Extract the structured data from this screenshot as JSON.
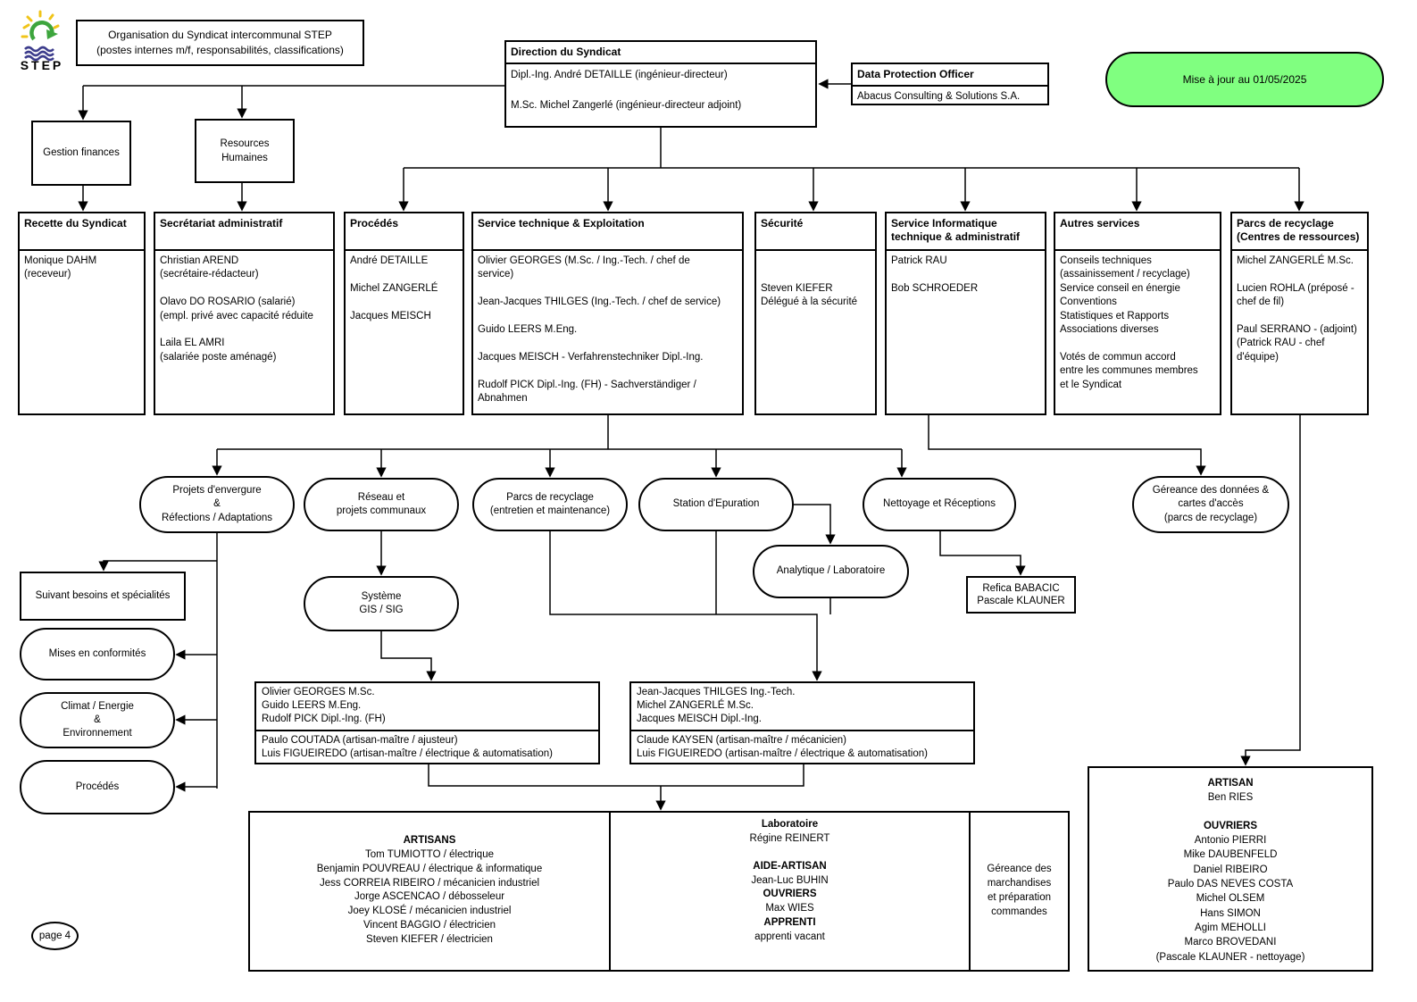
{
  "page": {
    "title_line1": "Organisation du Syndicat intercommunal STEP",
    "title_line2": "(postes internes m/f, responsabilités, classifications)",
    "badge": "Mise à jour au 01/05/2025",
    "page_label": "page 4",
    "logo_text": "STEP"
  },
  "colors": {
    "badge_green": "#80FF80",
    "logo_green": "#3DA53D",
    "logo_yellow": "#F0C419",
    "logo_purple": "#3C3C8C"
  },
  "direction": {
    "header": "Direction du Syndicat",
    "lines": [
      "Dipl.-Ing. André DETAILLE (ingénieur-directeur)",
      "",
      "M.Sc. Michel Zangerlé (ingénieur-directeur adjoint)"
    ]
  },
  "dpo": {
    "header": "Data Protection Officer",
    "lines": [
      "Abacus Consulting & Solutions S.A."
    ]
  },
  "level2": {
    "finances": "Gestion finances",
    "rh_lines": [
      "Resources",
      "Humaines"
    ]
  },
  "departments": {
    "recette": {
      "header": "Recette du Syndicat",
      "lines": [
        "Monique DAHM",
        "(receveur)"
      ]
    },
    "secretariat": {
      "header": "Secrétariat administratif",
      "lines": [
        "Christian AREND",
        "(secrétaire-rédacteur)",
        "",
        "Olavo DO ROSARIO (salarié)",
        "(empl. privé avec capacité réduite",
        "",
        "Laila EL AMRI",
        "(salariée poste aménagé)"
      ]
    },
    "procedes": {
      "header": "Procédés",
      "lines": [
        "André DETAILLE",
        "",
        "Michel ZANGERLÉ",
        "",
        "Jacques MEISCH"
      ]
    },
    "service_technique": {
      "header": "Service technique & Exploitation",
      "lines": [
        "Olivier GEORGES (M.Sc. / Ing.-Tech. / chef de",
        "service)",
        "",
        "Jean-Jacques THILGES (Ing.-Tech. / chef de service)",
        "",
        "Guido LEERS M.Eng.",
        "",
        "Jacques MEISCH - Verfahrenstechniker Dipl.-Ing.",
        "",
        "Rudolf PICK Dipl.-Ing. (FH) - Sachverständiger /",
        "Abnahmen"
      ]
    },
    "securite": {
      "header": "Sécurité",
      "lines": [
        "",
        "",
        "Steven KIEFER",
        "Délégué à la sécurité"
      ]
    },
    "informatique": {
      "header_lines": [
        "Service Informatique",
        "technique & administratif"
      ],
      "lines": [
        "Patrick RAU",
        "",
        "Bob SCHROEDER"
      ]
    },
    "autres": {
      "header": "Autres services",
      "lines": [
        "Conseils techniques",
        "(assainissement / recyclage)",
        "Service conseil en énergie",
        "Conventions",
        "Statistiques et Rapports",
        "Associations diverses",
        "",
        "Votés de commun accord",
        "entre les communes membres",
        "et le Syndicat"
      ]
    },
    "parcs": {
      "header_lines": [
        "Parcs de recyclage",
        "(Centres de ressources)"
      ],
      "lines": [
        "Michel ZANGERLÉ M.Sc.",
        "",
        "Lucien ROHLA (préposé -",
        "chef de fil)",
        "",
        "Paul SERRANO - (adjoint)",
        "(Patrick RAU - chef",
        "d'équipe)"
      ]
    }
  },
  "units": {
    "projets": [
      "Projets d'envergure",
      "&",
      "Réfections / Adaptations"
    ],
    "reseau": [
      "Réseau et",
      "projets communaux"
    ],
    "parcs_entretien": [
      "Parcs de recyclage",
      "(entretien et maintenance)"
    ],
    "station": [
      "Station d'Epuration"
    ],
    "nettoyage": [
      "Nettoyage et Réceptions"
    ],
    "gereance_donnees": [
      "Géreance des données &",
      "cartes d'accès",
      "(parcs de recyclage)"
    ],
    "analytique": [
      "Analytique / Laboratoire"
    ],
    "systeme": [
      "Système",
      "GIS / SIG"
    ],
    "suivant": [
      "Suivant besoins et spécialités"
    ],
    "mises": [
      "Mises en conformités"
    ],
    "climat": [
      "Climat / Energie",
      "&",
      "Environnement"
    ],
    "procedes2": [
      "Procédés"
    ]
  },
  "refica": [
    "Refica BABACIC",
    "Pascale KLAUNER"
  ],
  "teams": {
    "left": {
      "top": [
        "Olivier GEORGES M.Sc.",
        "Guido LEERS M.Eng.",
        "Rudolf PICK Dipl.-Ing. (FH)"
      ],
      "bottom": [
        "Paulo COUTADA (artisan-maître / ajusteur)",
        "Luis FIGUEIREDO (artisan-maître / électrique & automatisation)"
      ]
    },
    "right": {
      "top": [
        "Jean-Jacques THILGES Ing.-Tech.",
        "Michel ZANGERLÉ M.Sc.",
        "Jacques MEISCH Dipl.-Ing."
      ],
      "bottom": [
        "Claude KAYSEN (artisan-maître / mécanicien)",
        "Luis FIGUEIREDO (artisan-maître / électrique & automatisation)"
      ]
    }
  },
  "bottom": {
    "artisans": {
      "title": "ARTISANS",
      "lines": [
        "Tom TUMIOTTO / électrique",
        "Benjamin POUVREAU / électrique & informatique",
        "Jess CORREIA RIBEIRO / mécanicien industriel",
        "Jorge ASCENCAO / débosseleur",
        "Joey KLOSÉ / mécanicien industriel",
        "Vincent BAGGIO / électricien",
        "Steven KIEFER / électricien"
      ]
    },
    "laboratoire": {
      "title": "Laboratoire",
      "name": "Régine REINERT",
      "aide_title": "AIDE-ARTISAN",
      "aide_name": "Jean-Luc BUHIN",
      "ouvriers_title": "OUVRIERS",
      "ouvriers_name": "Max WIES",
      "apprenti_title": "APPRENTI",
      "apprenti_name": "apprenti vacant"
    },
    "gereance_marchandises": [
      "Géreance des",
      "marchandises",
      "et préparation",
      "commandes"
    ],
    "right_box": {
      "artisan_title": "ARTISAN",
      "artisan_name": "Ben RIES",
      "ouvriers_title": "OUVRIERS",
      "ouvriers_lines": [
        "Antonio PIERRI",
        "Mike DAUBENFELD",
        "Daniel RIBEIRO",
        "Paulo DAS NEVES COSTA",
        "Michel OLSEM",
        "Hans SIMON",
        "Agim MEHOLLI",
        "Marco BROVEDANI",
        "(Pascale KLAUNER - nettoyage)"
      ]
    }
  }
}
